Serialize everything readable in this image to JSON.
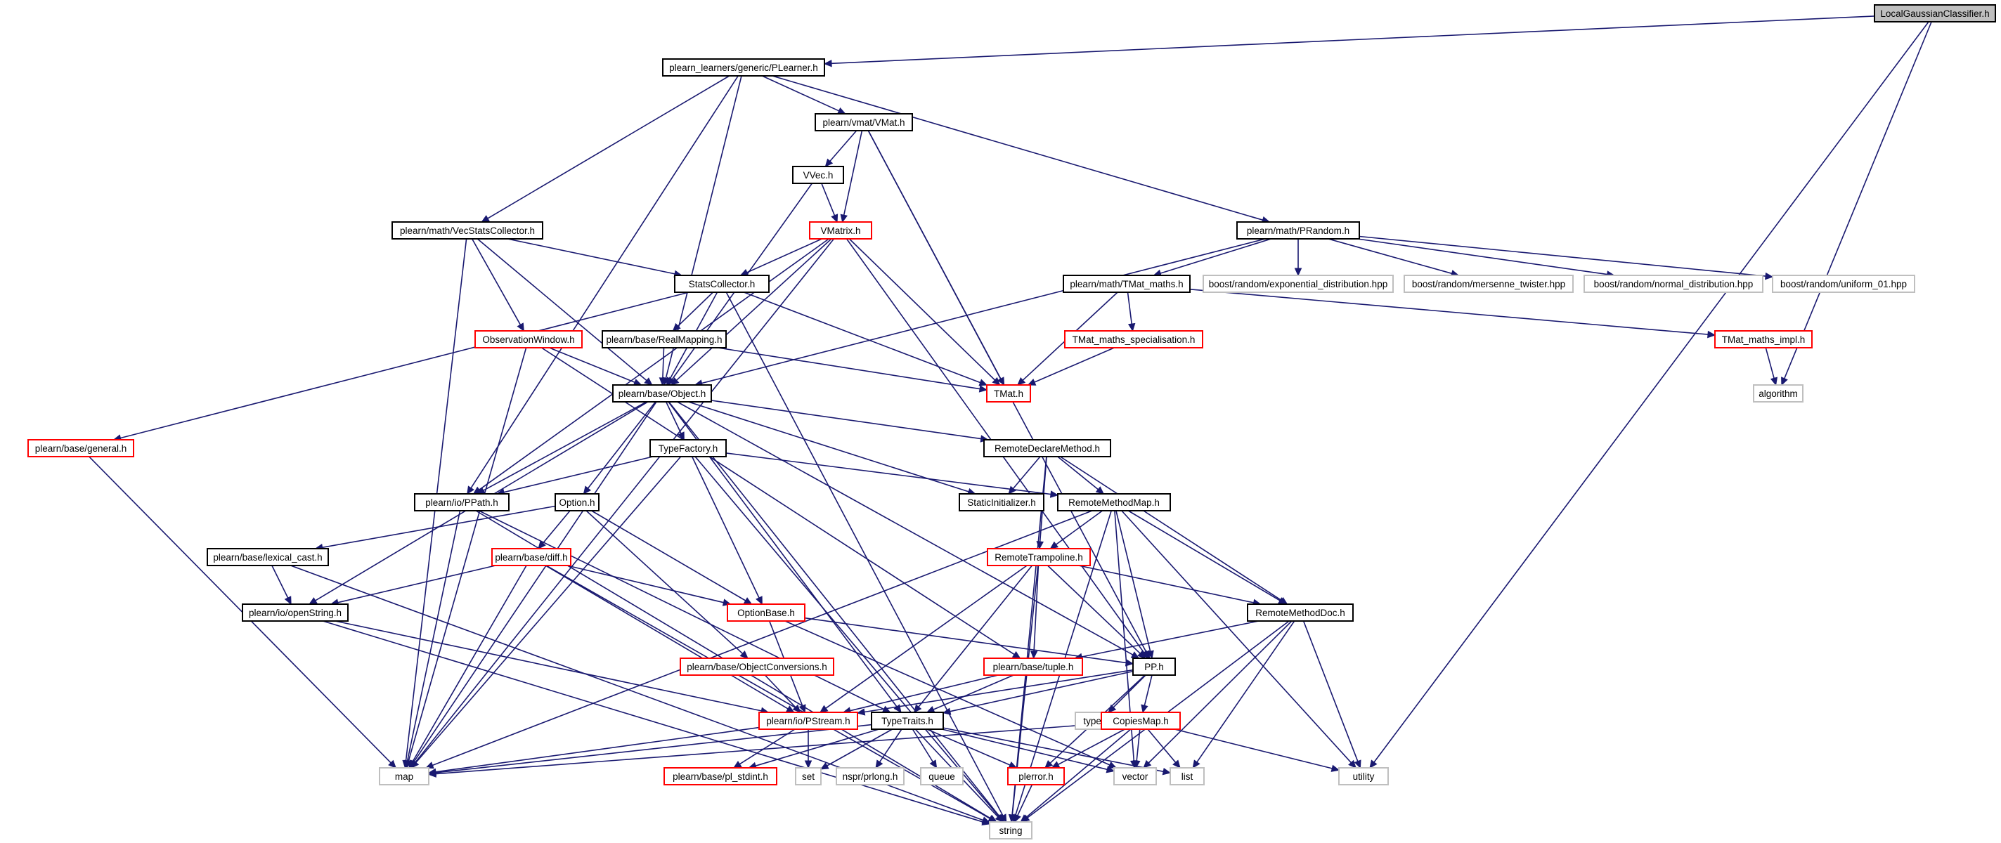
{
  "diagram": {
    "title": "",
    "colors": {
      "edge": "#191970",
      "node_border_normal": "#000000",
      "node_border_truncated": "#ff0000",
      "node_border_external": "#bfbfbf",
      "root_fill": "#bfbfbf",
      "node_fill": "#ffffff"
    },
    "nodes": [
      {
        "id": "root",
        "label": "LocalGaussianClassifier.h",
        "kind": "root"
      },
      {
        "id": "plearner",
        "label": "plearn_learners/generic/PLearner.h",
        "kind": "normal"
      },
      {
        "id": "vmat",
        "label": "plearn/vmat/VMat.h",
        "kind": "normal"
      },
      {
        "id": "vvec",
        "label": "VVec.h",
        "kind": "normal"
      },
      {
        "id": "vmatrix",
        "label": "VMatrix.h",
        "kind": "truncated"
      },
      {
        "id": "vecstats",
        "label": "plearn/math/VecStatsCollector.h",
        "kind": "normal"
      },
      {
        "id": "prandom",
        "label": "plearn/math/PRandom.h",
        "kind": "normal"
      },
      {
        "id": "statscol",
        "label": "StatsCollector.h",
        "kind": "normal"
      },
      {
        "id": "tmatmaths",
        "label": "plearn/math/TMat_maths.h",
        "kind": "normal"
      },
      {
        "id": "boost_exp",
        "label": "boost/random/exponential_distribution.hpp",
        "kind": "external"
      },
      {
        "id": "boost_mt",
        "label": "boost/random/mersenne_twister.hpp",
        "kind": "external"
      },
      {
        "id": "boost_norm",
        "label": "boost/random/normal_distribution.hpp",
        "kind": "external"
      },
      {
        "id": "boost_unif",
        "label": "boost/random/uniform_01.hpp",
        "kind": "external"
      },
      {
        "id": "obswin",
        "label": "ObservationWindow.h",
        "kind": "truncated"
      },
      {
        "id": "realmap",
        "label": "plearn/base/RealMapping.h",
        "kind": "normal"
      },
      {
        "id": "tmspec",
        "label": "TMat_maths_specialisation.h",
        "kind": "truncated"
      },
      {
        "id": "tmimpl",
        "label": "TMat_maths_impl.h",
        "kind": "truncated"
      },
      {
        "id": "object",
        "label": "plearn/base/Object.h",
        "kind": "normal"
      },
      {
        "id": "tmat",
        "label": "TMat.h",
        "kind": "truncated"
      },
      {
        "id": "algorithm",
        "label": "algorithm",
        "kind": "external"
      },
      {
        "id": "general",
        "label": "plearn/base/general.h",
        "kind": "truncated"
      },
      {
        "id": "typefactory",
        "label": "TypeFactory.h",
        "kind": "normal"
      },
      {
        "id": "rdm",
        "label": "RemoteDeclareMethod.h",
        "kind": "normal"
      },
      {
        "id": "ppath",
        "label": "plearn/io/PPath.h",
        "kind": "normal"
      },
      {
        "id": "option",
        "label": "Option.h",
        "kind": "normal"
      },
      {
        "id": "staticinit",
        "label": "StaticInitializer.h",
        "kind": "normal"
      },
      {
        "id": "rmm",
        "label": "RemoteMethodMap.h",
        "kind": "normal"
      },
      {
        "id": "lexcast",
        "label": "plearn/base/lexical_cast.h",
        "kind": "normal"
      },
      {
        "id": "diff",
        "label": "plearn/base/diff.h",
        "kind": "truncated"
      },
      {
        "id": "rtramp",
        "label": "RemoteTrampoline.h",
        "kind": "truncated"
      },
      {
        "id": "openstring",
        "label": "plearn/io/openString.h",
        "kind": "normal"
      },
      {
        "id": "optionbase",
        "label": "OptionBase.h",
        "kind": "truncated"
      },
      {
        "id": "rmdoc",
        "label": "RemoteMethodDoc.h",
        "kind": "normal"
      },
      {
        "id": "objconv",
        "label": "plearn/base/ObjectConversions.h",
        "kind": "truncated"
      },
      {
        "id": "tuple",
        "label": "plearn/base/tuple.h",
        "kind": "truncated"
      },
      {
        "id": "pp",
        "label": "PP.h",
        "kind": "normal"
      },
      {
        "id": "pstream",
        "label": "plearn/io/PStream.h",
        "kind": "truncated"
      },
      {
        "id": "typetraits",
        "label": "TypeTraits.h",
        "kind": "normal"
      },
      {
        "id": "typeinfo",
        "label": "typeinfo",
        "kind": "external"
      },
      {
        "id": "copiesmap",
        "label": "CopiesMap.h",
        "kind": "truncated"
      },
      {
        "id": "map",
        "label": "map",
        "kind": "external"
      },
      {
        "id": "plstdint",
        "label": "plearn/base/pl_stdint.h",
        "kind": "truncated"
      },
      {
        "id": "set",
        "label": "set",
        "kind": "external"
      },
      {
        "id": "prlong",
        "label": "nspr/prlong.h",
        "kind": "external"
      },
      {
        "id": "queue",
        "label": "queue",
        "kind": "external"
      },
      {
        "id": "plerror",
        "label": "plerror.h",
        "kind": "truncated"
      },
      {
        "id": "vector",
        "label": "vector",
        "kind": "external"
      },
      {
        "id": "list",
        "label": "list",
        "kind": "external"
      },
      {
        "id": "utility",
        "label": "utility",
        "kind": "external"
      },
      {
        "id": "string",
        "label": "string",
        "kind": "external"
      }
    ],
    "edges": [
      [
        "root",
        "plearner"
      ],
      [
        "root",
        "algorithm"
      ],
      [
        "root",
        "utility"
      ],
      [
        "plearner",
        "vmat"
      ],
      [
        "plearner",
        "vecstats"
      ],
      [
        "plearner",
        "prandom"
      ],
      [
        "plearner",
        "object"
      ],
      [
        "plearner",
        "ppath"
      ],
      [
        "vmat",
        "vvec"
      ],
      [
        "vmat",
        "vmatrix"
      ],
      [
        "vmat",
        "tmat"
      ],
      [
        "vmat",
        "pp"
      ],
      [
        "vvec",
        "vmatrix"
      ],
      [
        "vvec",
        "object"
      ],
      [
        "vmatrix",
        "statscol"
      ],
      [
        "vmatrix",
        "object"
      ],
      [
        "vmatrix",
        "tmat"
      ],
      [
        "vmatrix",
        "ppath"
      ],
      [
        "vmatrix",
        "map"
      ],
      [
        "vmatrix",
        "pp"
      ],
      [
        "vecstats",
        "statscol"
      ],
      [
        "vecstats",
        "obswin"
      ],
      [
        "vecstats",
        "object"
      ],
      [
        "vecstats",
        "map"
      ],
      [
        "prandom",
        "tmatmaths"
      ],
      [
        "prandom",
        "boost_exp"
      ],
      [
        "prandom",
        "boost_mt"
      ],
      [
        "prandom",
        "boost_norm"
      ],
      [
        "prandom",
        "boost_unif"
      ],
      [
        "prandom",
        "object"
      ],
      [
        "statscol",
        "realmap"
      ],
      [
        "statscol",
        "object"
      ],
      [
        "statscol",
        "tmat"
      ],
      [
        "statscol",
        "general"
      ],
      [
        "statscol",
        "string"
      ],
      [
        "tmatmaths",
        "tmspec"
      ],
      [
        "tmatmaths",
        "tmimpl"
      ],
      [
        "tmatmaths",
        "tmat"
      ],
      [
        "tmspec",
        "tmat"
      ],
      [
        "tmimpl",
        "algorithm"
      ],
      [
        "obswin",
        "object"
      ],
      [
        "obswin",
        "tuple"
      ],
      [
        "obswin",
        "map"
      ],
      [
        "realmap",
        "object"
      ],
      [
        "realmap",
        "tmat"
      ],
      [
        "object",
        "typefactory"
      ],
      [
        "object",
        "option"
      ],
      [
        "object",
        "ppath"
      ],
      [
        "object",
        "openstring"
      ],
      [
        "object",
        "rdm"
      ],
      [
        "object",
        "staticinit"
      ],
      [
        "object",
        "pp"
      ],
      [
        "object",
        "map"
      ],
      [
        "object",
        "string"
      ],
      [
        "object",
        "typetraits"
      ],
      [
        "general",
        "map"
      ],
      [
        "typefactory",
        "ppath"
      ],
      [
        "typefactory",
        "optionbase"
      ],
      [
        "typefactory",
        "rmm"
      ],
      [
        "typefactory",
        "map"
      ],
      [
        "typefactory",
        "string"
      ],
      [
        "rdm",
        "staticinit"
      ],
      [
        "rdm",
        "rmm"
      ],
      [
        "rdm",
        "rtramp"
      ],
      [
        "rdm",
        "rmdoc"
      ],
      [
        "rdm",
        "string"
      ],
      [
        "ppath",
        "map"
      ],
      [
        "ppath",
        "string"
      ],
      [
        "ppath",
        "typetraits"
      ],
      [
        "option",
        "lexcast"
      ],
      [
        "option",
        "diff"
      ],
      [
        "option",
        "optionbase"
      ],
      [
        "option",
        "objconv"
      ],
      [
        "rmm",
        "rtramp"
      ],
      [
        "rmm",
        "pp"
      ],
      [
        "rmm",
        "rmdoc"
      ],
      [
        "rmm",
        "vector"
      ],
      [
        "rmm",
        "utility"
      ],
      [
        "rmm",
        "string"
      ],
      [
        "rmm",
        "map"
      ],
      [
        "lexcast",
        "openstring"
      ],
      [
        "lexcast",
        "string"
      ],
      [
        "diff",
        "openstring"
      ],
      [
        "diff",
        "optionbase"
      ],
      [
        "diff",
        "pstream"
      ],
      [
        "diff",
        "map"
      ],
      [
        "diff",
        "string"
      ],
      [
        "rtramp",
        "pp"
      ],
      [
        "rtramp",
        "tuple"
      ],
      [
        "rtramp",
        "pstream"
      ],
      [
        "rtramp",
        "typetraits"
      ],
      [
        "rtramp",
        "rmdoc"
      ],
      [
        "rtramp",
        "string"
      ],
      [
        "openstring",
        "pstream"
      ],
      [
        "openstring",
        "string"
      ],
      [
        "optionbase",
        "pp"
      ],
      [
        "optionbase",
        "pstream"
      ],
      [
        "optionbase",
        "vector"
      ],
      [
        "rmdoc",
        "tuple"
      ],
      [
        "rmdoc",
        "list"
      ],
      [
        "rmdoc",
        "vector"
      ],
      [
        "rmdoc",
        "utility"
      ],
      [
        "rmdoc",
        "string"
      ],
      [
        "objconv",
        "pstream"
      ],
      [
        "tuple",
        "typetraits"
      ],
      [
        "tuple",
        "pstream"
      ],
      [
        "pp",
        "typetraits"
      ],
      [
        "pp",
        "typeinfo"
      ],
      [
        "pp",
        "copiesmap"
      ],
      [
        "pp",
        "plerror"
      ],
      [
        "pp",
        "pstream"
      ],
      [
        "pstream",
        "plstdint"
      ],
      [
        "pstream",
        "set"
      ],
      [
        "pstream",
        "map"
      ],
      [
        "typetraits",
        "map"
      ],
      [
        "typetraits",
        "set"
      ],
      [
        "typetraits",
        "prlong"
      ],
      [
        "typetraits",
        "queue"
      ],
      [
        "typetraits",
        "plerror"
      ],
      [
        "typetraits",
        "vector"
      ],
      [
        "typetraits",
        "list"
      ],
      [
        "typetraits",
        "string"
      ],
      [
        "typetraits",
        "plstdint"
      ],
      [
        "copiesmap",
        "map"
      ],
      [
        "copiesmap",
        "vector"
      ],
      [
        "copiesmap",
        "list"
      ],
      [
        "copiesmap",
        "utility"
      ],
      [
        "copiesmap",
        "string"
      ],
      [
        "copiesmap",
        "plerror"
      ],
      [
        "plerror",
        "string"
      ]
    ]
  }
}
